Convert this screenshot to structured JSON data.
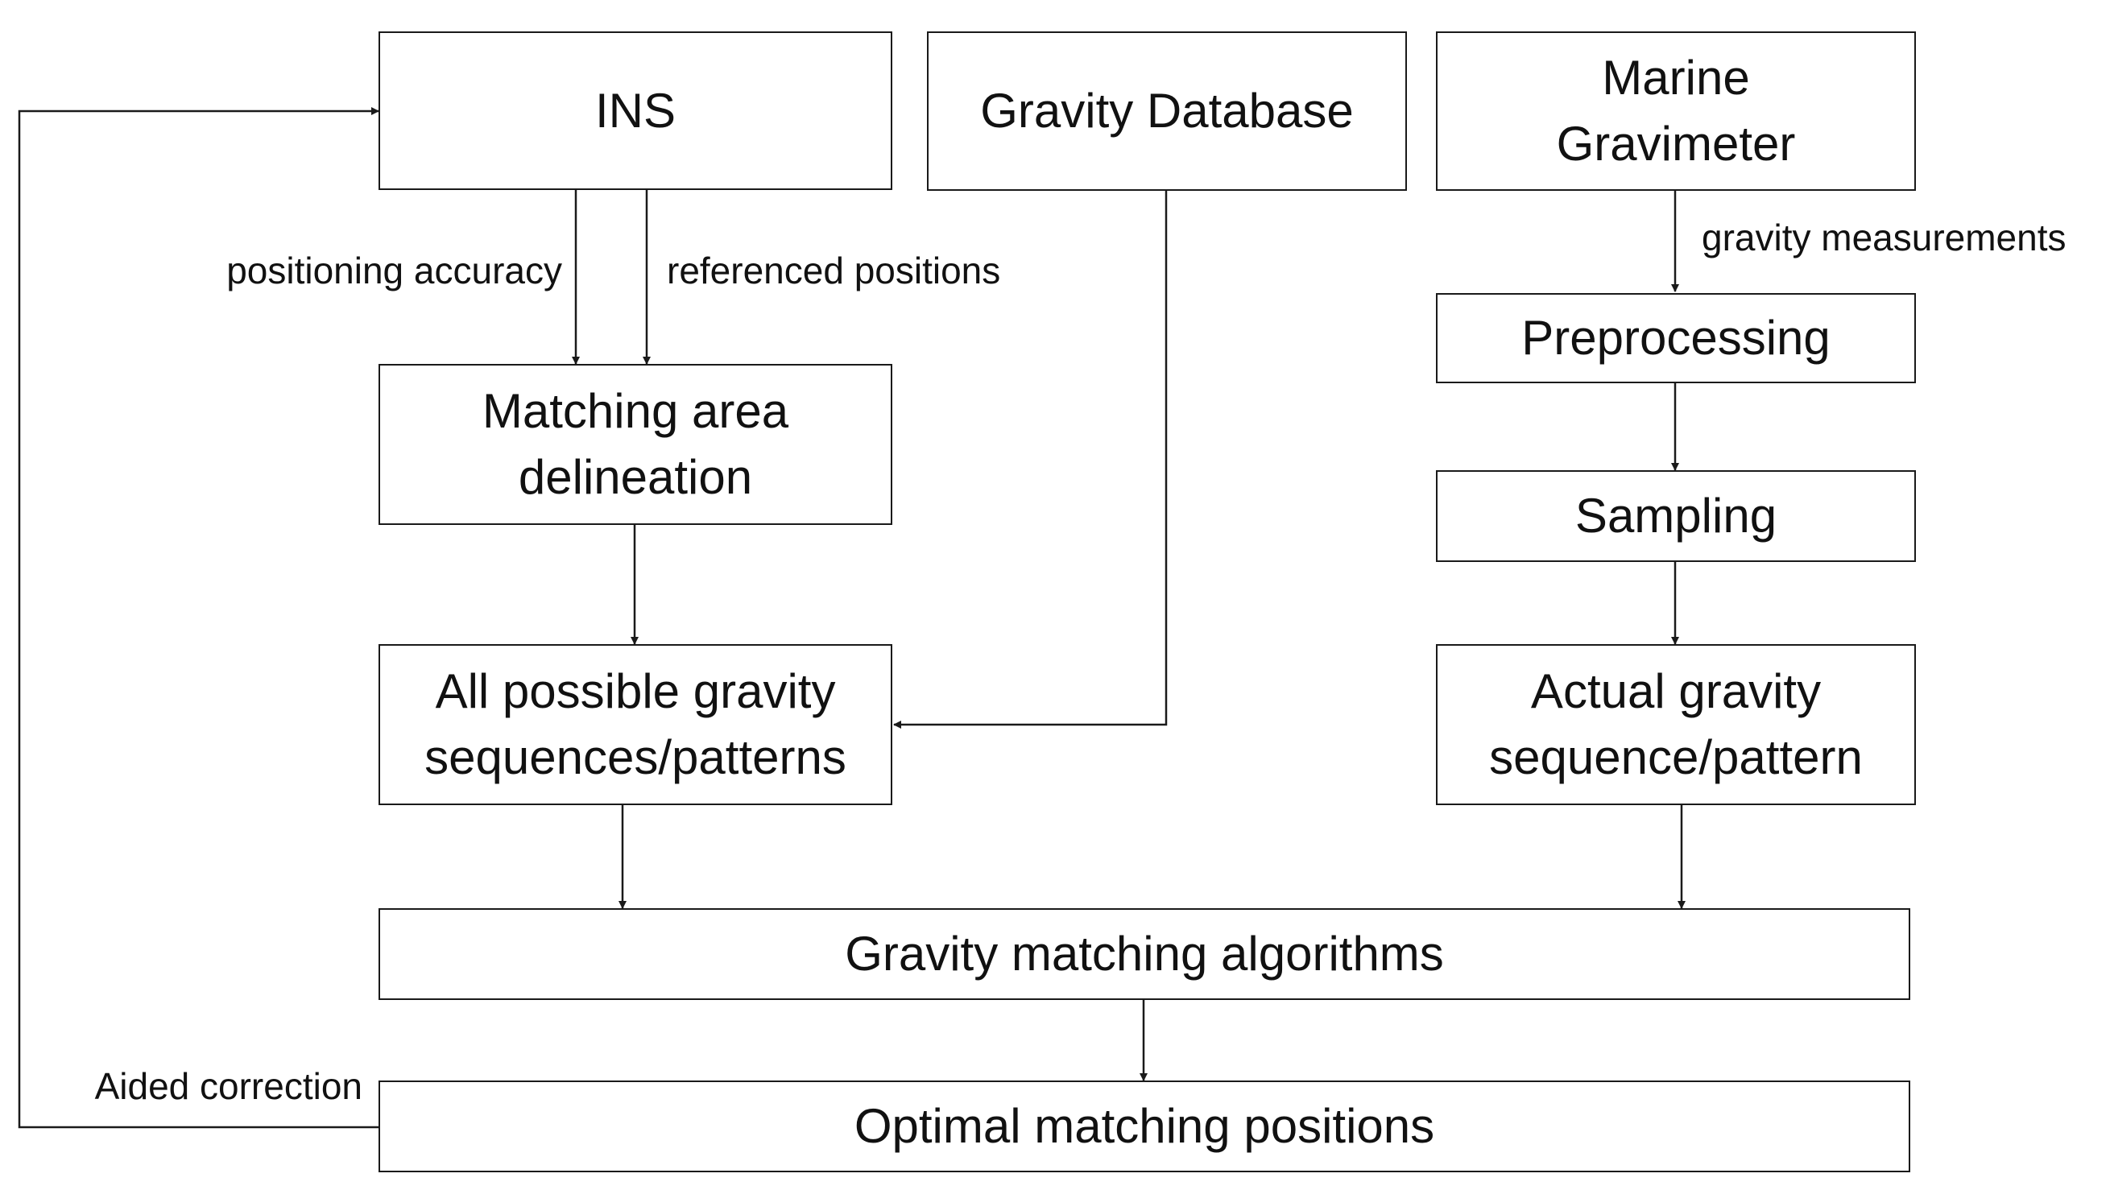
{
  "nodes": {
    "ins": "INS",
    "gravity_database": "Gravity Database",
    "marine_gravimeter": "Marine\nGravimeter",
    "preprocessing": "Preprocessing",
    "sampling": "Sampling",
    "matching_area": "Matching area\ndelineation",
    "possible_sequences": "All possible gravity\nsequences/patterns",
    "actual_sequence": "Actual gravity\nsequence/pattern",
    "matching_algorithms": "Gravity matching algorithms",
    "optimal_positions": "Optimal matching positions"
  },
  "edge_labels": {
    "positioning_accuracy": "positioning accuracy",
    "referenced_positions": "referenced positions",
    "gravity_measurements": "gravity measurements",
    "aided_correction": "Aided correction"
  },
  "colors": {
    "line": "#1a1a1a",
    "background": "#ffffff"
  }
}
